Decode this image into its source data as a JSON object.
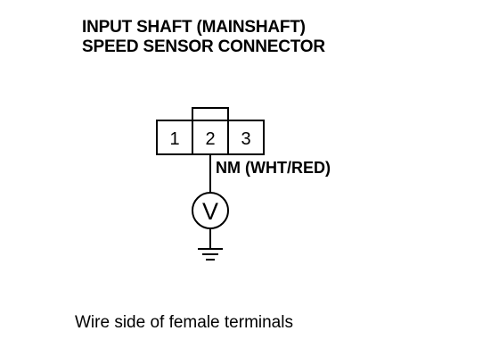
{
  "title": {
    "line1": "INPUT SHAFT (MAINSHAFT)",
    "line2": "SPEED SENSOR CONNECTOR"
  },
  "connector": {
    "terminals": [
      "1",
      "2",
      "3"
    ]
  },
  "wire": {
    "label": "NM (WHT/RED)"
  },
  "meter": {
    "symbol": "V"
  },
  "caption": "Wire side of female terminals",
  "colors": {
    "ink": "#000000",
    "background": "#ffffff"
  }
}
